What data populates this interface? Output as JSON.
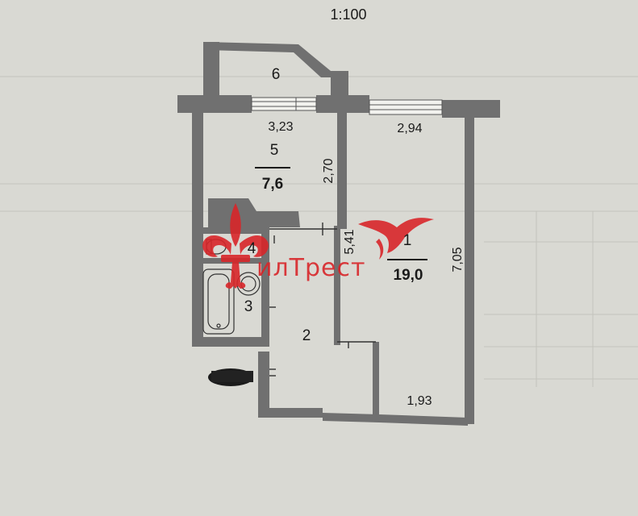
{
  "scale": "1:100",
  "rooms": [
    {
      "number": "1",
      "area": "19,0"
    },
    {
      "number": "2"
    },
    {
      "number": "3"
    },
    {
      "number": "4"
    },
    {
      "number": "5",
      "area": "7,6"
    },
    {
      "number": "6"
    }
  ],
  "dimensions": {
    "d_323": "3,23",
    "d_294": "2,94",
    "d_270": "2,70",
    "d_541": "5,41",
    "d_705": "7,05",
    "d_193": "1,93"
  },
  "watermark": {
    "text": "илТрест"
  },
  "colors": {
    "paper": "#d9d9d3",
    "wall": "#707070",
    "ink": "#1a1a1a",
    "watermark": "#d8262a"
  }
}
